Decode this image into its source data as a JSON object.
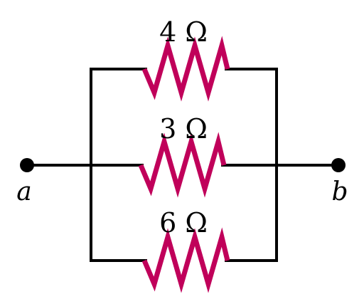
{
  "colors": {
    "wire": "#000000",
    "resistor": "#c0005a",
    "terminal": "#000000"
  },
  "resistors": [
    {
      "label": "4 Ω",
      "value_ohms": 4
    },
    {
      "label": "3 Ω",
      "value_ohms": 3
    },
    {
      "label": "6 Ω",
      "value_ohms": 6
    }
  ],
  "terminals": {
    "left": "a",
    "right": "b"
  }
}
